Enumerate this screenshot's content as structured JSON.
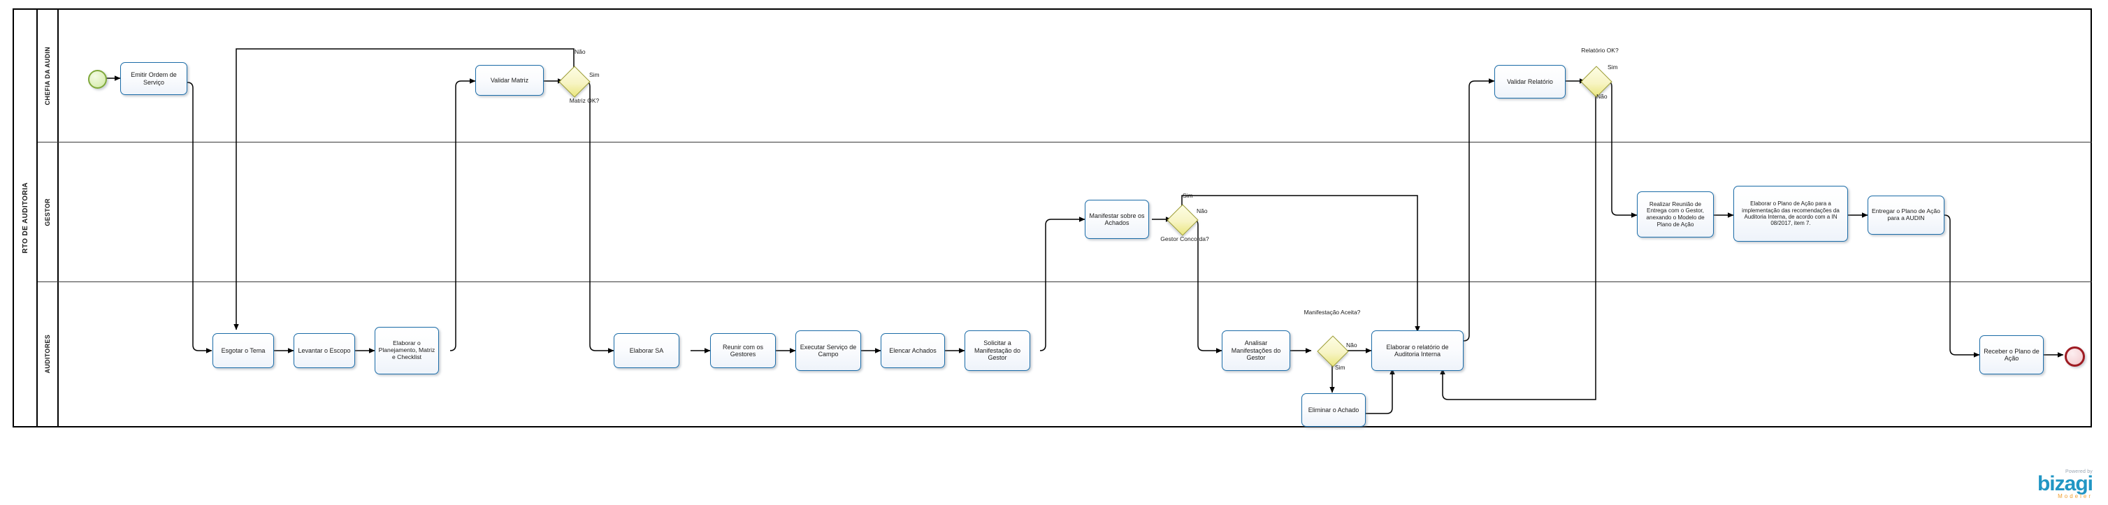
{
  "diagram": {
    "type": "bpmn-process",
    "pool": {
      "label": "RTO DE AUDITORIA"
    },
    "lanes": [
      {
        "id": "chefia",
        "label": "CHEFIA DA AUDIN"
      },
      {
        "id": "gestor",
        "label": "GESTOR"
      },
      {
        "id": "auditores",
        "label": "AUDITORES"
      }
    ],
    "colors": {
      "task_border": "#1b6ca8",
      "task_fill": "#eef3fa",
      "gateway_border": "#9a9a2e",
      "gateway_fill": "#f7f4c4",
      "start_border": "#7fa93b",
      "start_fill": "#dff0bd",
      "end_border": "#9e1b22",
      "end_fill": "#f6d7da",
      "lane_border": "#000000",
      "flow_line": "#000000"
    },
    "events": [
      {
        "id": "start1",
        "name": "start-event",
        "lane": "chefia",
        "kind": "start"
      },
      {
        "id": "end1",
        "name": "end-event",
        "lane": "auditores",
        "kind": "end"
      }
    ],
    "tasks": [
      {
        "id": "t1",
        "lane": "chefia",
        "label": "Emitir Ordem de Serviço"
      },
      {
        "id": "t2",
        "lane": "auditores",
        "label": "Esgotar o Tema"
      },
      {
        "id": "t3",
        "lane": "auditores",
        "label": "Levantar o Escopo"
      },
      {
        "id": "t4",
        "lane": "auditores",
        "label": "Elaborar o Planejamento, Matriz e Checklist"
      },
      {
        "id": "t5",
        "lane": "chefia",
        "label": "Validar Matriz"
      },
      {
        "id": "t6",
        "lane": "auditores",
        "label": "Elaborar  SA"
      },
      {
        "id": "t7",
        "lane": "auditores",
        "label": "Reunir com os Gestores"
      },
      {
        "id": "t8",
        "lane": "auditores",
        "label": "Executar Serviço de Campo"
      },
      {
        "id": "t9",
        "lane": "auditores",
        "label": "Elencar Achados"
      },
      {
        "id": "t10",
        "lane": "auditores",
        "label": "Solicitar  a Manifestação do Gestor"
      },
      {
        "id": "t11",
        "lane": "gestor",
        "label": "Manifestar sobre os Achados"
      },
      {
        "id": "t12",
        "lane": "auditores",
        "label": "Analisar Manifestações do Gestor"
      },
      {
        "id": "t13",
        "lane": "auditores",
        "label": "Eliminar o Achado"
      },
      {
        "id": "t14",
        "lane": "auditores",
        "label": "Elaborar o relatório de Auditoria  Interna"
      },
      {
        "id": "t15",
        "lane": "chefia",
        "label": "Validar Relatório"
      },
      {
        "id": "t16",
        "lane": "gestor",
        "label": "Realizar Reunião de Entrega com o Gestor, anexando o Modelo de Plano de Ação"
      },
      {
        "id": "t17",
        "lane": "gestor",
        "label": "Elaborar o Plano de Ação para a implementação das recomendações da Auditoria Interna, de acordo com a IN 08/2017, item 7."
      },
      {
        "id": "t18",
        "lane": "gestor",
        "label": "Entregar o Plano de Ação para a AUDIN"
      },
      {
        "id": "t19",
        "lane": "auditores",
        "label": "Receber o Plano de Ação"
      }
    ],
    "gateways": [
      {
        "id": "g1",
        "lane": "chefia",
        "label": "Matriz OK?",
        "outputs": [
          "Não",
          "Sim"
        ]
      },
      {
        "id": "g2",
        "lane": "gestor",
        "label": "Gestor Concorda?",
        "outputs": [
          "Sim",
          "Não"
        ]
      },
      {
        "id": "g3",
        "lane": "auditores",
        "label": "Manifestação Aceita?",
        "outputs": [
          "Não",
          "Sim"
        ]
      },
      {
        "id": "g4",
        "lane": "chefia",
        "label": "Relatório OK?",
        "outputs": [
          "Sim",
          "Não"
        ]
      }
    ],
    "edge_labels": [
      {
        "id": "l1",
        "text": "Não"
      },
      {
        "id": "l2",
        "text": "Sim"
      },
      {
        "id": "l3",
        "text": "Sim"
      },
      {
        "id": "l4",
        "text": "Não"
      },
      {
        "id": "l5",
        "text": "Não"
      },
      {
        "id": "l6",
        "text": "Sim"
      },
      {
        "id": "l7",
        "text": "Sim"
      },
      {
        "id": "l8",
        "text": "Não"
      }
    ],
    "gateway_labels": [
      {
        "id": "gl1",
        "text": "Matriz OK?"
      },
      {
        "id": "gl2",
        "text": "Gestor Concorda?"
      },
      {
        "id": "gl3",
        "text": "Manifestação Aceita?"
      },
      {
        "id": "gl4",
        "text": "Relatório OK?"
      }
    ],
    "watermark": {
      "by": "Powered by",
      "brand": "bizagi",
      "sub": "Modeler"
    }
  }
}
